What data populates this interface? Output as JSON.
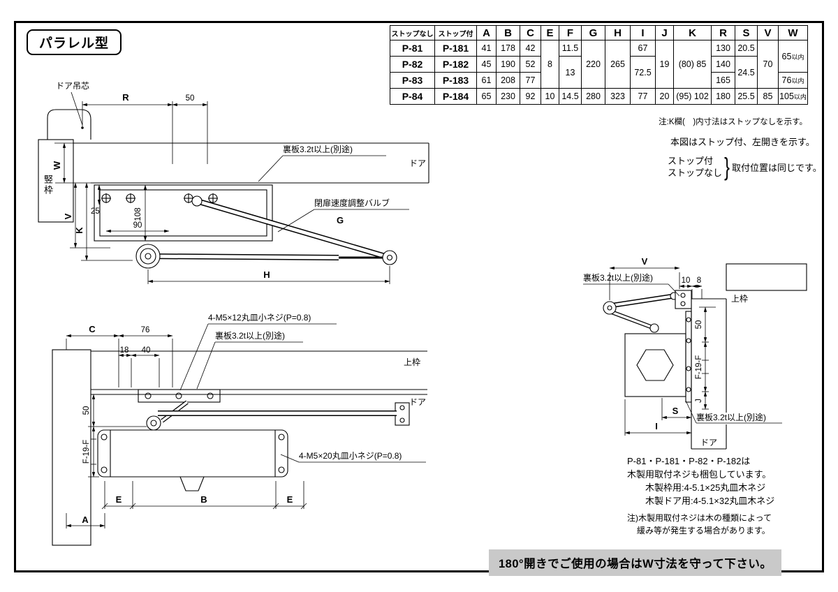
{
  "page": {
    "title": "パラレル型",
    "bottom_note": "180°開きでご使用の場合はW寸法を守って下さい。"
  },
  "table": {
    "headers": [
      "ストップなし",
      "ストップ付",
      "A",
      "B",
      "C",
      "E",
      "F",
      "G",
      "H",
      "I",
      "J",
      "K",
      "R",
      "S",
      "V",
      "W"
    ],
    "rows": [
      [
        {
          "t": "P-81"
        },
        {
          "t": "P-181"
        },
        {
          "t": "41"
        },
        {
          "t": "178"
        },
        {
          "t": "42"
        },
        {
          "t": "8",
          "rs": 3
        },
        {
          "t": "11.5"
        },
        {
          "t": "220",
          "rs": 3
        },
        {
          "t": "265",
          "rs": 3
        },
        {
          "t": "67"
        },
        {
          "t": "19",
          "rs": 3
        },
        {
          "t": "(80) 85",
          "rs": 3
        },
        {
          "t": "130"
        },
        {
          "t": "20.5"
        },
        {
          "t": "70",
          "rs": 3
        },
        {
          "t": "65",
          "sfx": "以内",
          "rs": 2
        }
      ],
      [
        {
          "t": "P-82"
        },
        {
          "t": "P-182"
        },
        {
          "t": "45"
        },
        {
          "t": "190"
        },
        {
          "t": "52"
        },
        null,
        {
          "t": "13",
          "rs": 2
        },
        null,
        null,
        {
          "t": "72.5",
          "rs": 2
        },
        null,
        null,
        {
          "t": "140"
        },
        {
          "t": "24.5",
          "rs": 2
        },
        null,
        null
      ],
      [
        {
          "t": "P-83"
        },
        {
          "t": "P-183"
        },
        {
          "t": "61"
        },
        {
          "t": "208"
        },
        {
          "t": "77"
        },
        null,
        null,
        null,
        null,
        null,
        null,
        null,
        {
          "t": "165"
        },
        null,
        null,
        {
          "t": "76",
          "sfx": "以内"
        }
      ],
      [
        {
          "t": "P-84"
        },
        {
          "t": "P-184"
        },
        {
          "t": "65"
        },
        {
          "t": "230"
        },
        {
          "t": "92"
        },
        {
          "t": "10"
        },
        {
          "t": "14.5"
        },
        {
          "t": "280"
        },
        {
          "t": "323"
        },
        {
          "t": "77"
        },
        {
          "t": "20"
        },
        {
          "t": "(95) 102"
        },
        {
          "t": "180"
        },
        {
          "t": "25.5"
        },
        {
          "t": "85"
        },
        {
          "t": "105",
          "sfx": "以内"
        }
      ]
    ]
  },
  "notes": {
    "table_note": "注:K欄(　)内寸法はストップなしを示す。",
    "figure_note": "本図はストップ付、左開きを示す。",
    "stop_with": "ストップ付",
    "stop_without": "ストップなし",
    "mount_note": "取付位置は同じです。"
  },
  "wood": {
    "line1": "P-81・P-181・P-82・P-182は",
    "line2": "木製用取付ネジも梱包しています。",
    "line3": "木製枠用:4-5.1×25丸皿木ネジ",
    "line4": "木製ドア用:4-5.1×32丸皿木ネジ",
    "note1": "注)木製用取付ネジは木の種類によって",
    "note2": "緩み等が発生する場合があります。"
  },
  "labels": {
    "d1": {
      "door_pivot": "ドア吊芯",
      "frame": "竪枠",
      "r": "R",
      "dim50": "50",
      "w": "W",
      "v": "V",
      "k": "K",
      "dim25": "25",
      "dim108": "108",
      "dim90": "90",
      "g": "G",
      "h": "H",
      "door": "ドア",
      "backplate": "裏板3.2t以上(別途)",
      "valve": "閉扉速度調整バルブ"
    },
    "d2": {
      "c": "C",
      "dim76": "76",
      "dim18": "18",
      "dim40": "40",
      "screw_top": "4-M5×12丸皿小ネジ(P=0.8)",
      "backplate": "裏板3.2t以上(別途)",
      "head_jamb": "上枠",
      "door": "ドア",
      "dim50": "50",
      "f19f": "F-19-F",
      "e1": "E",
      "b": "B",
      "e2": "E",
      "a": "A",
      "screw_bottom": "4-M5×20丸皿小ネジ(P=0.8)"
    },
    "d3": {
      "v": "V",
      "dim10": "10",
      "dim8": "8",
      "backplate_top": "裏板3.2t以上(別途)",
      "head_jamb": "上枠",
      "dim50": "50",
      "f19f": "F-19-F",
      "j": "J",
      "s": "S",
      "i": "I",
      "backplate_bottom": "裏板3.2t以上(別途)",
      "door": "ドア"
    }
  },
  "colors": {
    "highlight_bg": "#c9c9c9",
    "line": "#000000"
  }
}
